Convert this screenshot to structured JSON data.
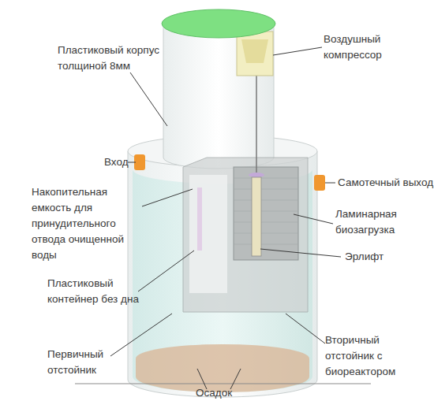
{
  "diagram": {
    "labels": [
      "Пластиковый корпус толщиной 8мм",
      "Воздушный компрессор",
      "Вход",
      "Самотечный выход",
      "Накопительная емкость для принудительного отвода очищенной воды",
      "Ламинарная биозагрузка",
      "Эрлифт",
      "Пластиковый контейнер без дна",
      "Первичный отстойник",
      "Вторичный отстойник с биореактором",
      "Осадок"
    ]
  }
}
